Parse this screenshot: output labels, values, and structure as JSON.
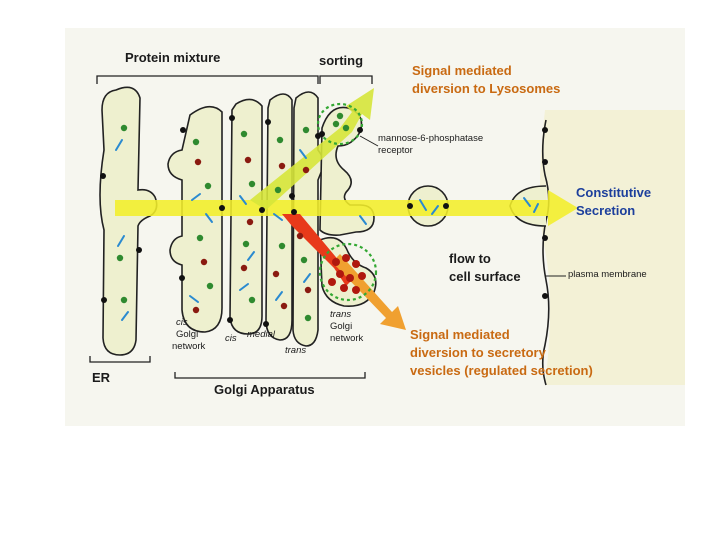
{
  "labels": {
    "protein_mixture": "Protein mixture",
    "sorting": "sorting",
    "lysosome_line1": "Signal mediated",
    "lysosome_line2": "diversion to Lysosomes",
    "m6p_line1": "mannose-6-phosphatase",
    "m6p_line2": "receptor",
    "constitutive_line1": "Constitutive",
    "constitutive_line2": "Secretion",
    "flow_line1": "flow to",
    "flow_line2": "cell surface",
    "plasma_membrane": "plasma membrane",
    "trans_golgi_1": "trans",
    "trans_golgi_2": "Golgi",
    "trans_golgi_3": "network",
    "secretory_line1": "Signal mediated",
    "secretory_line2": "diversion to secretory",
    "secretory_line3": "vesicles (regulated secretion)",
    "cis_golgi_1": "cis",
    "cis_golgi_2": "Golgi",
    "cis_golgi_3": "network",
    "cis": "cis",
    "medial": "medial",
    "trans": "trans",
    "er": "ER",
    "golgi_apparatus": "Golgi Apparatus"
  },
  "colors": {
    "background": "#f6f6ef",
    "cisterna_fill": "#eef0cf",
    "outline": "#222222",
    "yellow_arrow": "#f2ee2a",
    "green_arrow": "#d6e63a",
    "orange_arrow": "#f0a030",
    "red_arrow": "#e83a1a",
    "cell_region": "#f3f1d6",
    "green_dot": "#2f8a2f",
    "red_dot": "#8a1a10",
    "blue_dash": "#2a8ad0",
    "label_orange": "#c96a12",
    "label_blue": "#1c3f9c"
  }
}
